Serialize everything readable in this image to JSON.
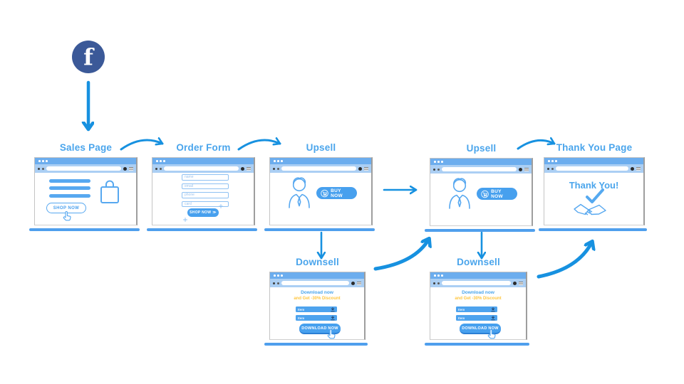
{
  "diagram": {
    "source": {
      "name": "Facebook",
      "letter": "f"
    },
    "nodes": {
      "sales_page": {
        "label": "Sales Page",
        "button": "SHOP NOW"
      },
      "order_form": {
        "label": "Order Form",
        "fields": [
          "name",
          "email",
          "phone",
          "card"
        ],
        "button": "SHOP NOW",
        "button_chevron": "≫"
      },
      "upsell": {
        "label": "Upsell",
        "button": "BUY NOW"
      },
      "thank_you_page": {
        "label": "Thank You Page",
        "message": "Thank You!"
      },
      "downsell": {
        "label": "Downsell",
        "heading": "Download now",
        "subheading": "and Get -30% Discount",
        "items": [
          "Item",
          "Item"
        ],
        "button": "DOWNLOAD NOW"
      }
    },
    "edges": [
      {
        "from": "facebook",
        "to": "sales_page"
      },
      {
        "from": "sales_page",
        "to": "order_form"
      },
      {
        "from": "order_form",
        "to": "upsell_1"
      },
      {
        "from": "upsell_1",
        "to": "upsell_2"
      },
      {
        "from": "upsell_1",
        "to": "downsell_1"
      },
      {
        "from": "downsell_1",
        "to": "upsell_2"
      },
      {
        "from": "upsell_2",
        "to": "downsell_2"
      },
      {
        "from": "upsell_2",
        "to": "thank_you_page"
      },
      {
        "from": "downsell_2",
        "to": "thank_you_page"
      }
    ],
    "colors": {
      "arrow_blue": "#1791e0",
      "heading_blue": "#4aa5ec",
      "facebook_blue": "#3b5998",
      "discount_yellow": "#ffc63f",
      "browser_bar_blue": "#6cadee",
      "content_blue": "#57a8f0"
    }
  }
}
